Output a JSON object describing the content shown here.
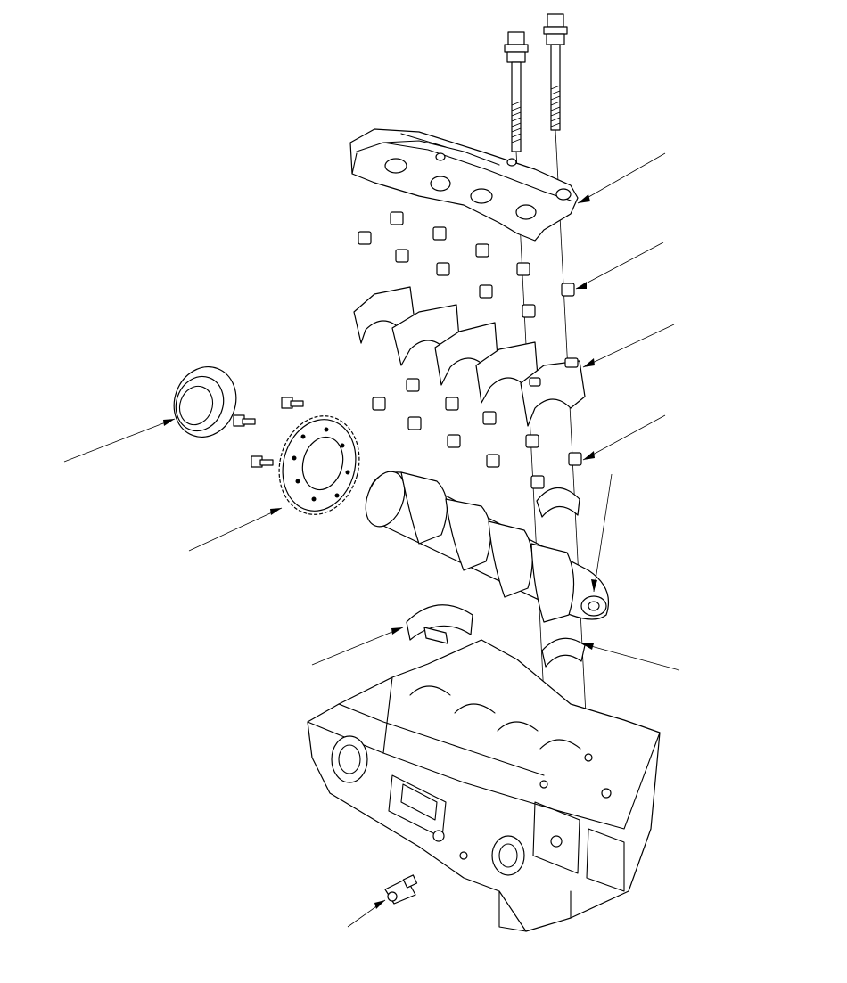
{
  "diagram": {
    "parts": [
      {
        "name": "main-bearing-cap-bolts"
      },
      {
        "name": "bearing-cap-bridge"
      },
      {
        "name": "dowel-pins-upper"
      },
      {
        "name": "main-bearing-caps"
      },
      {
        "name": "dowel-pins-lower"
      },
      {
        "name": "oil-seal"
      },
      {
        "name": "pulse-plate-bolts"
      },
      {
        "name": "crankshaft-pulse-plate"
      },
      {
        "name": "crankshaft"
      },
      {
        "name": "upper-bearing-shells"
      },
      {
        "name": "thrust-washers"
      },
      {
        "name": "lower-bearing-shells"
      },
      {
        "name": "cylinder-block"
      },
      {
        "name": "knock-sensor"
      }
    ],
    "colors": {
      "ink": "#000000",
      "paper": "#ffffff"
    }
  }
}
